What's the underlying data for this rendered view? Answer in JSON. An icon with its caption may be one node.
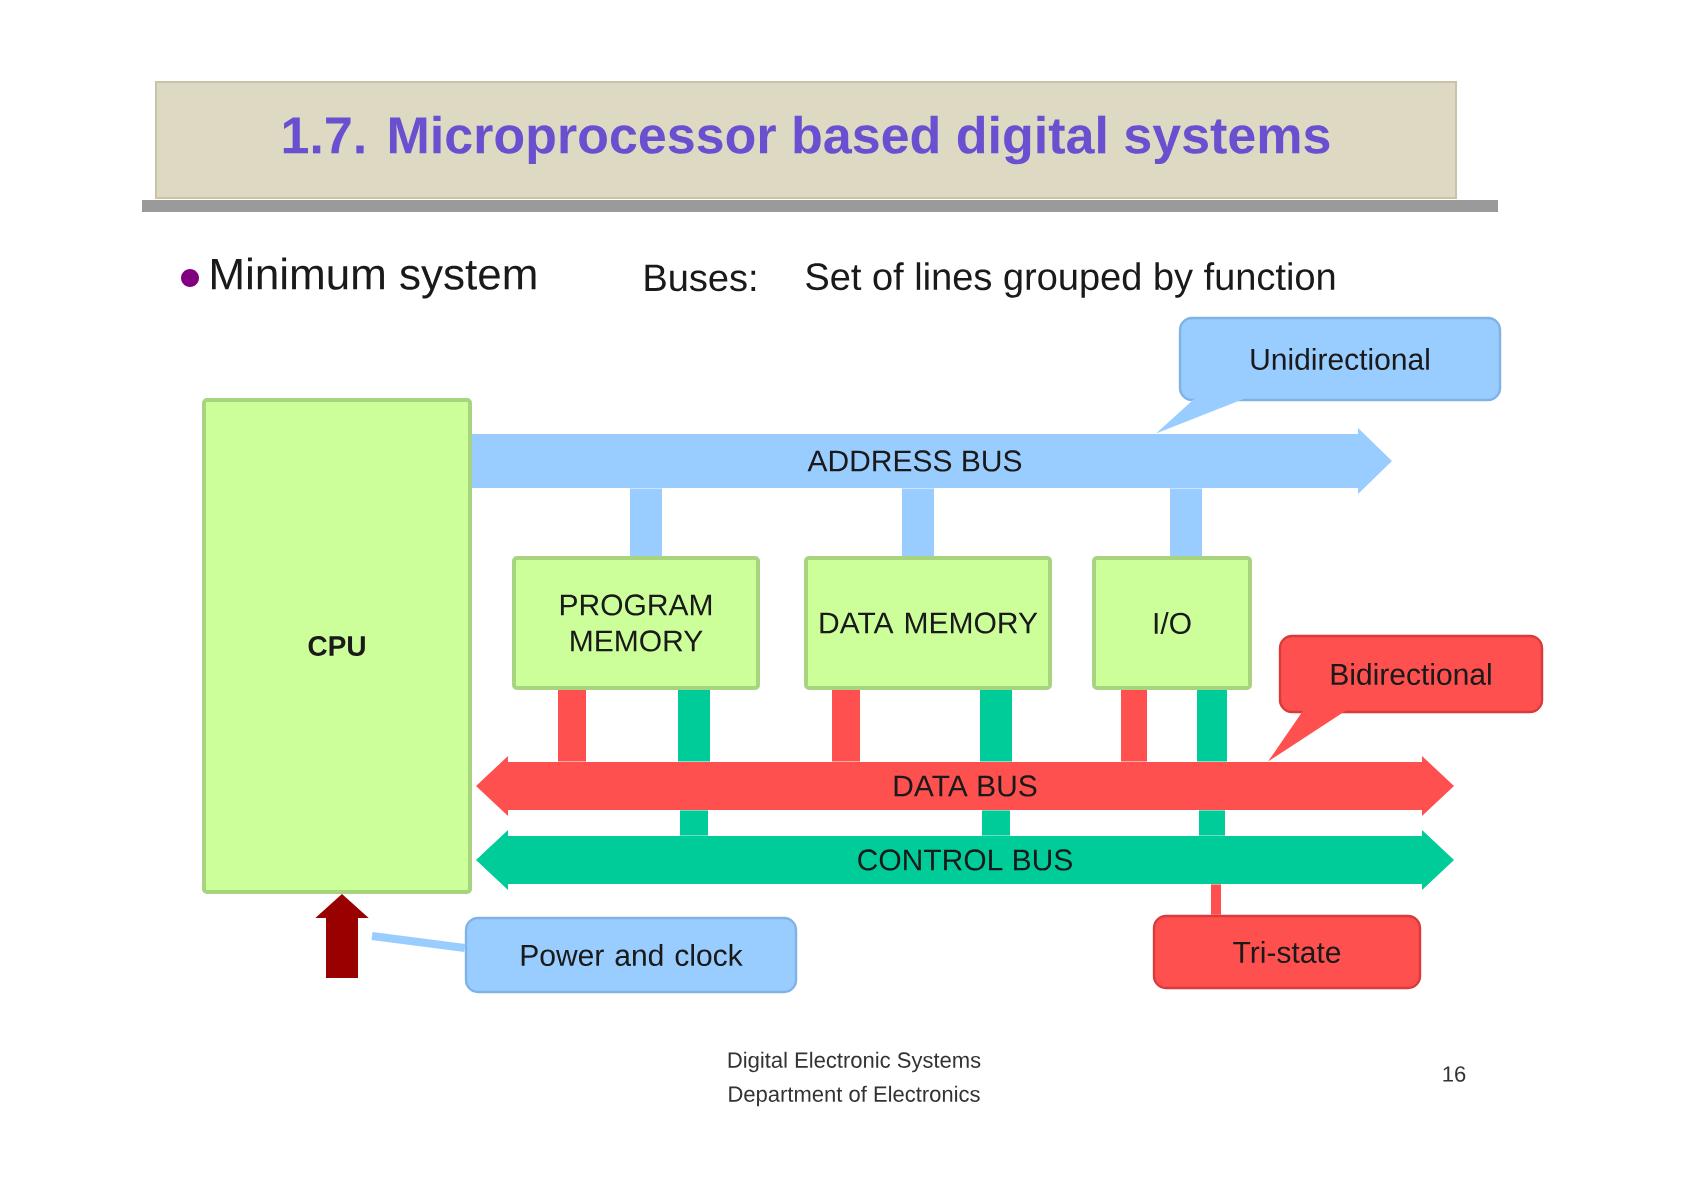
{
  "diagram": {
    "title": "1.7. Microprocessor based digital systems",
    "nodes": [
      {
        "text": [
          "Unidirectional"
        ]
      },
      {
        "text": [
          "CPU"
        ]
      },
      {
        "text": [
          "ADDRESS BUS"
        ]
      },
      {
        "text": [
          "PROGRAM MEMORY"
        ]
      },
      {
        "text": [
          "DATA MEMORY"
        ]
      },
      {
        "text": [
          "I/O"
        ]
      },
      {
        "text": [
          "Bidirectional"
        ]
      },
      {
        "text": [
          "DATA BUS"
        ]
      },
      {
        "text": [
          "CONTROL BUS"
        ]
      },
      {
        "text": [
          "Power and clock"
        ]
      },
      {
        "text": [
          "Tri-state"
        ]
      }
    ],
    "edges": [
      {
        "from": 2,
        "to": 3,
        "arrow": "none",
        "color": "#99ccff"
      },
      {
        "from": 2,
        "to": 4,
        "arrow": "none",
        "color": "#99ccff"
      },
      {
        "from": 2,
        "to": 5,
        "arrow": "none",
        "color": "#99ccff"
      },
      {
        "from": 3,
        "to": 7,
        "arrow": "none",
        "color": "#ff5050"
      },
      {
        "from": 4,
        "to": 7,
        "arrow": "none",
        "color": "#ff5050"
      },
      {
        "from": 5,
        "to": 7,
        "arrow": "none",
        "color": "#ff5050"
      },
      {
        "from": 3,
        "to": 7,
        "arrow": "none",
        "color": "#00cc99"
      },
      {
        "from": 4,
        "to": 7,
        "arrow": "none",
        "color": "#00cc99"
      },
      {
        "from": 5,
        "to": 7,
        "arrow": "none",
        "color": "#00cc99"
      },
      {
        "from": 7,
        "to": 8,
        "arrow": "none",
        "color": "#00cc99"
      },
      {
        "from": 7,
        "to": 8,
        "arrow": "none",
        "color": "#00cc99"
      },
      {
        "from": 7,
        "to": 8,
        "arrow": "none",
        "color": "#00cc99"
      },
      {
        "from": 0,
        "to": 2,
        "arrow": "none",
        "color": "#99ccff"
      },
      {
        "from": 6,
        "to": 7,
        "arrow": "none",
        "color": "#ff5050"
      },
      {
        "from": null,
        "to": 1,
        "arrow": "to",
        "color": "#990000"
      },
      {
        "from": 9,
        "to": null,
        "arrow": "none",
        "color": "#99ccff"
      },
      {
        "from": 10,
        "to": 8,
        "arrow": "none",
        "color": "#ff5050"
      }
    ],
    "labels": [
      "Minimum system",
      "Buses:",
      "Set of lines grouped by function",
      "Digital Electronic Systems",
      "Department of Electronics",
      "16"
    ]
  }
}
